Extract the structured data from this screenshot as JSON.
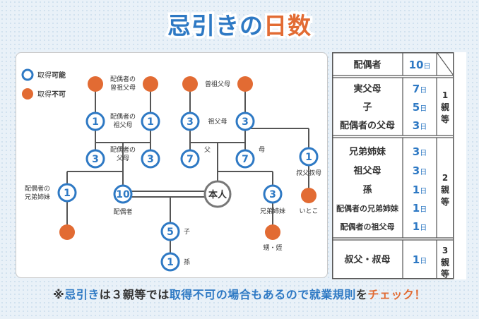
{
  "title": {
    "part1": "忌引き",
    "part2": "の",
    "part3": "日数"
  },
  "legend": {
    "available_prefix": "取得",
    "available_strong": "可能",
    "unavailable_prefix": "取得",
    "unavailable_strong": "不可"
  },
  "tree": {
    "self": "本人",
    "spouse_value": "10",
    "spouse_label": "配偶者",
    "child_value": "5",
    "child_label": "子",
    "grandchild_value": "1",
    "grandchild_label": "孫",
    "father_value": "7",
    "father_label": "父",
    "mother_value": "7",
    "mother_label": "母",
    "grandparent_left_value": "3",
    "grandparent_right_value": "3",
    "grandparent_label": "祖父母",
    "great_grandparent_label": "曾祖父母",
    "sibling_value": "3",
    "sibling_label": "兄弟姉妹",
    "nephew_label": "甥・姪",
    "aunt_uncle_value": "1",
    "aunt_uncle_label": "叔父叔母",
    "cousin_label": "いとこ",
    "spouse_parent_left_value": "3",
    "spouse_parent_right_value": "3",
    "spouse_parent_label_1": "配偶者の",
    "spouse_parent_label_2": "父母",
    "spouse_grandparent_left_value": "1",
    "spouse_grandparent_right_value": "1",
    "spouse_grandparent_label_1": "配偶者の",
    "spouse_grandparent_label_2": "祖父母",
    "spouse_great_label_1": "配偶者の",
    "spouse_great_label_2": "曾祖父母",
    "spouse_sibling_value": "1",
    "spouse_sibling_label_1": "配偶者の",
    "spouse_sibling_label_2": "兄弟姉妹"
  },
  "table": {
    "unit": "日",
    "rows": [
      {
        "label": "配偶者",
        "value": "10"
      },
      {
        "label": "実父母",
        "value": "7"
      },
      {
        "label": "子",
        "value": "5"
      },
      {
        "label": "配偶者の父母",
        "value": "3"
      },
      {
        "label": "兄弟姉妹",
        "value": "3"
      },
      {
        "label": "祖父母",
        "value": "3"
      },
      {
        "label": "孫",
        "value": "1"
      },
      {
        "label": "配偶者の兄弟姉妹",
        "value": "1"
      },
      {
        "label": "配偶者の祖父母",
        "value": "1"
      },
      {
        "label": "叔父・叔母",
        "value": "1"
      }
    ],
    "degrees": [
      {
        "num": "1",
        "c1": "親",
        "c2": "等"
      },
      {
        "num": "2",
        "c1": "親",
        "c2": "等"
      },
      {
        "num": "3",
        "c1": "親",
        "c2": "等"
      }
    ]
  },
  "footnote": {
    "prefix": "※",
    "part1": "忌引き",
    "part2": "は",
    "part3": "３親等",
    "part4": "では",
    "part5": "取得不可の場合もあるので",
    "part6": "就業規則",
    "part7": "を",
    "part8": "チェック！"
  },
  "colors": {
    "blue": "#2e79c4",
    "orange": "#e26b33",
    "line": "#555555"
  }
}
